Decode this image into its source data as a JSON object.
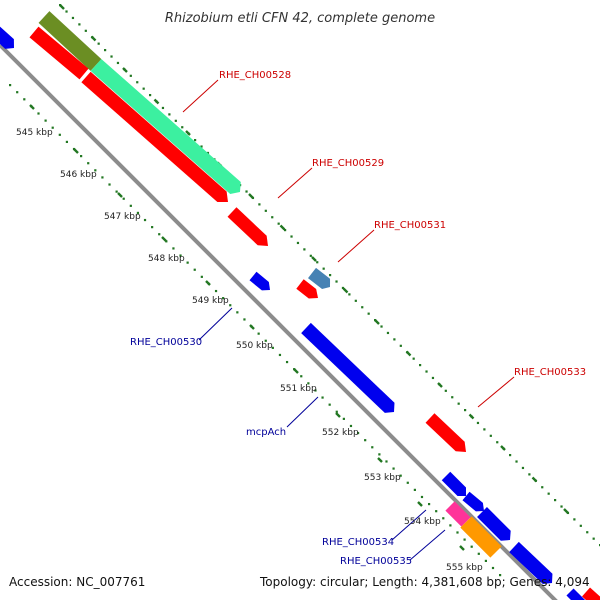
{
  "title": "Rhizobium etli CFN 42, complete genome",
  "footer": {
    "accession": "Accession: NC_007761",
    "topology": "Topology: circular; Length: 4,381,608 bp; Genes: 4,094"
  },
  "scale_labels": [
    "545 kbp",
    "546 kbp",
    "547 kbp",
    "548 kbp",
    "549 kbp",
    "550 kbp",
    "551 kbp",
    "552 kbp",
    "553 kbp",
    "554 kbp",
    "555 kbp"
  ],
  "gene_labels": {
    "RHE_CH00528": "RHE_CH00528",
    "RHE_CH00529": "RHE_CH00529",
    "RHE_CH00531": "RHE_CH00531",
    "RHE_CH00533": "RHE_CH00533",
    "RHE_CH00530": "RHE_CH00530",
    "mcpAch": "mcpAch",
    "RHE_CH00534": "RHE_CH00534",
    "RHE_CH00535": "RHE_CH00535"
  },
  "colors": {
    "backbone": "#8c8c8c",
    "forward_gene": "#ff0000",
    "reverse_gene": "#0000ee",
    "tick_dots": "#227722",
    "olive_feature": "#6b8e23",
    "green_feature": "#3cf0a0",
    "steelblue_feature": "#4682b4",
    "magenta_feature": "#ff3399",
    "orange_feature": "#ff9900"
  }
}
